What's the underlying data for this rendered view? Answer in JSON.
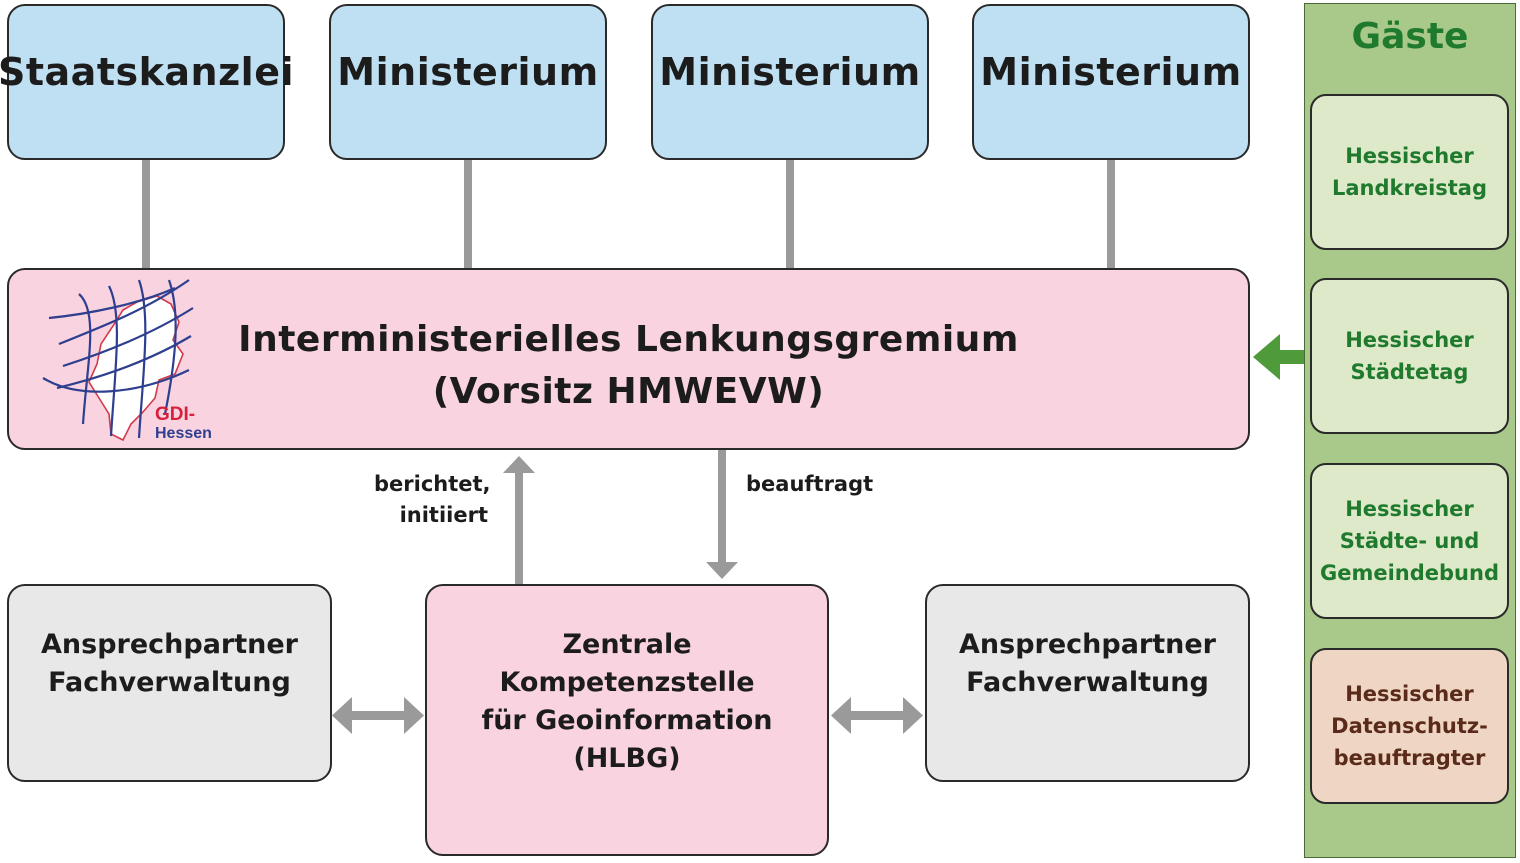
{
  "ministries": {
    "staatskanzlei": "Staatskanzlei",
    "ministerium_1": "Ministerium",
    "ministerium_2": "Ministerium",
    "ministerium_3": "Ministerium"
  },
  "lenkungsgremium": {
    "line1": "Interministerielles Lenkungsgremium",
    "line2": "(Vorsitz HMWEVW)"
  },
  "logo": {
    "text_line1": "GDI-",
    "text_line2": "Hessen"
  },
  "arrows": {
    "up_label_line1": "berichtet,",
    "up_label_line2": "initiiert",
    "down_label": "beauftragt"
  },
  "ansprechpartner_left": {
    "line1": "Ansprechpartner",
    "line2": "Fachverwaltung"
  },
  "zentrale": {
    "line1": "Zentrale",
    "line2": "Kompetenzstelle",
    "line3": "für Geoinformation",
    "line4": "(HLBG)"
  },
  "ansprechpartner_right": {
    "line1": "Ansprechpartner",
    "line2": "Fachverwaltung"
  },
  "gaeste": {
    "title": "Gäste",
    "landkreistag": {
      "line1": "Hessischer",
      "line2": "Landkreistag"
    },
    "staedtetag": {
      "line1": "Hessischer",
      "line2": "Städtetag"
    },
    "gemeindebund": {
      "line1": "Hessischer",
      "line2": "Städte- und",
      "line3": "Gemeindebund"
    },
    "datenschutz": {
      "line1": "Hessischer",
      "line2": "Datenschutz-",
      "line3": "beauftragter"
    }
  },
  "colors": {
    "ministry_fill": "#bfe0f2",
    "committee_fill": "#f9d3e0",
    "contact_fill": "#e8e8e8",
    "guests_panel": "#a9c98a",
    "guest_fill": "#dde9c8",
    "privacy_fill": "#efd6c4",
    "guest_text": "#1f7a2e",
    "connector": "#9a9a9a",
    "guest_arrow": "#4f9a3a"
  }
}
